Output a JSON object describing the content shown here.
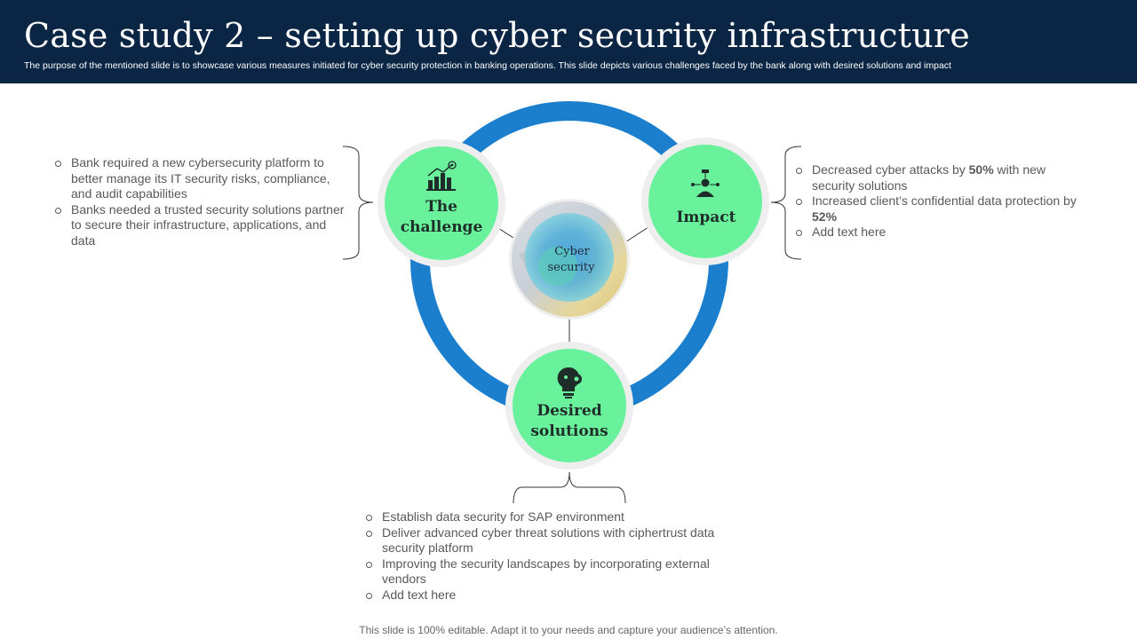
{
  "header": {
    "title": "Case study 2 – setting up cyber security infrastructure",
    "subtitle": "The purpose of the mentioned slide is to showcase various measures initiated for cyber security protection in banking operations. This slide depicts various challenges faced by the bank along with desired solutions and impact"
  },
  "diagram": {
    "center": {
      "line1": "Cyber",
      "line2": "security"
    },
    "challenge": {
      "line1": "The",
      "line2": "challenge",
      "icon": "bar-chart-target-icon"
    },
    "impact": {
      "label": "Impact",
      "icon": "person-network-icon"
    },
    "solutions": {
      "line1": "Desired",
      "line2": "solutions",
      "icon": "bulb-gear-icon"
    }
  },
  "challenge_points": [
    "Bank required a new cybersecurity platform to better manage its IT security risks, compliance, and audit capabilities",
    "Banks needed a trusted security solutions partner to secure their infrastructure, applications, and data"
  ],
  "impact_points": [
    {
      "pre": "Decreased cyber attacks by ",
      "bold": "50%",
      "post": " with new security solutions"
    },
    {
      "pre": "Increased client’s confidential data protection by ",
      "bold": "52%",
      "post": ""
    },
    {
      "pre": "Add text here",
      "bold": "",
      "post": ""
    }
  ],
  "solution_points": [
    "Establish data security for SAP environment",
    "Deliver advanced cyber threat solutions with ciphertrust data security platform",
    "Improving the security landscapes by incorporating external vendors",
    "Add text here"
  ],
  "footer": "This slide is 100% editable. Adapt it to your needs and capture your audience’s attention.",
  "colors": {
    "header_bg": "#0b2545",
    "ring": "#1b7fce",
    "node_fill": "#69f19b",
    "node_halo": "#eeeeee"
  }
}
